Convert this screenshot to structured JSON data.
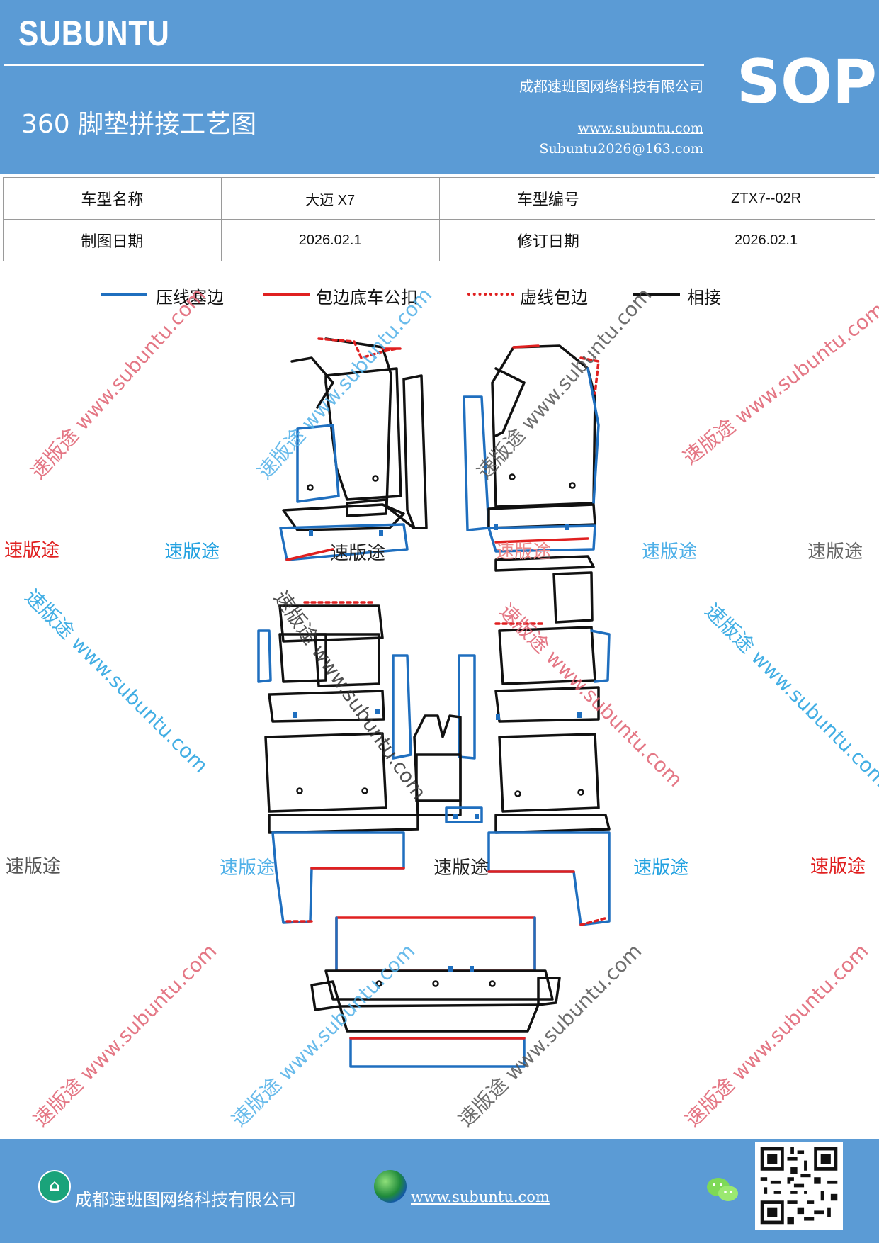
{
  "header": {
    "brand": "SUBUNTU",
    "sop": "SOP",
    "title": "360 脚垫拼接工艺图",
    "company": "成都速班图网络科技有限公司",
    "website": "www.subuntu.com",
    "email": "Subuntu2026@163.com"
  },
  "info": {
    "model_name_label": "车型名称",
    "model_name_value": "大迈 X7",
    "model_code_label": "车型编号",
    "model_code_value": "ZTX7--02R",
    "draw_date_label": "制图日期",
    "draw_date_value": "2026.02.1",
    "revise_date_label": "修订日期",
    "revise_date_value": "2026.02.1"
  },
  "legend": [
    {
      "label": "压线塞边",
      "color": "#1f6fbf",
      "style": "solid"
    },
    {
      "label": "包边底车公扣",
      "color": "#e02020",
      "style": "solid"
    },
    {
      "label": "虚线包边",
      "color": "#e02020",
      "style": "dotted"
    },
    {
      "label": "相接",
      "color": "#111111",
      "style": "solid"
    }
  ],
  "watermarks": {
    "brand_cn": "速版途",
    "brand_url": "速版途 www.subuntu.com"
  },
  "footer": {
    "company": "成都速班图网络科技有限公司",
    "website": "www.subuntu.com"
  },
  "colors": {
    "header_bg": "#5b9bd5",
    "blue_line": "#1f6fbf",
    "red_line": "#e02020",
    "black_line": "#111111"
  },
  "icons": [
    "home-icon",
    "globe-icon",
    "wechat-icon",
    "qr-code"
  ]
}
